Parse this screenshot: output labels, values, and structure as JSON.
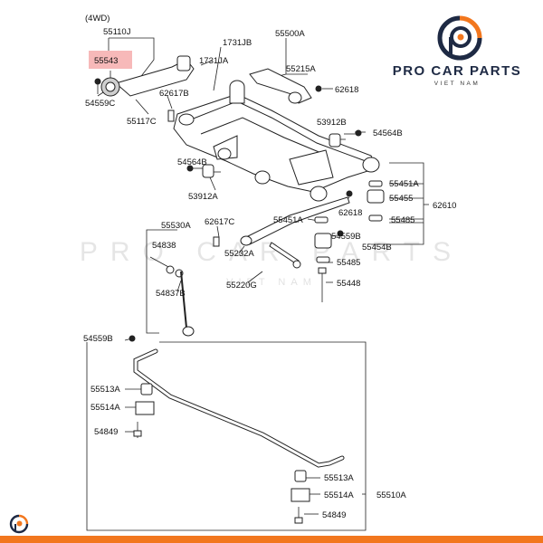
{
  "brand": {
    "name": "PRO CAR PARTS",
    "tagline": "VIET NAM",
    "accent_color": "#f2771e",
    "dark_color": "#1e2a44",
    "logo_icon": "pcp-logo-icon"
  },
  "watermark": {
    "text": "PRO CAR PARTS",
    "subtext": "VIET NAM"
  },
  "diagram": {
    "variant": "(4WD)",
    "highlighted_part": "55543",
    "highlight_color": "#f7b9b9",
    "labels": {
      "p55110J": "55110J",
      "p55543": "55543",
      "p54559C_top": "54559C",
      "p55117C": "55117C",
      "p62617B": "62617B",
      "p1731JB": "1731JB",
      "p1731JA": "1731JA",
      "p55500A": "55500A",
      "p55215A": "55215A",
      "p62618_top": "62618",
      "p53912B": "53912B",
      "p54564B_right": "54564B",
      "p54564B_left": "54564B",
      "p53912A": "53912A",
      "p55451A_right": "55451A",
      "p55455": "55455",
      "p62610": "62610",
      "p62618_mid": "62618",
      "p55485_top": "55485",
      "p55451A_left": "55451A",
      "p54559B_right": "54559B",
      "p55454B": "55454B",
      "p55485_bottom": "55485",
      "p55448": "55448",
      "p55530A": "55530A",
      "p54838": "54838",
      "p54837B": "54837B",
      "p62617C": "62617C",
      "p55232A": "55232A",
      "p55220G": "55220G",
      "p54559B_left": "54559B",
      "p55513A_left": "55513A",
      "p55514A_left": "55514A",
      "p54849_left": "54849",
      "p55513A_right": "55513A",
      "p55514A_right": "55514A",
      "p54849_right": "54849",
      "p55510A": "55510A"
    }
  }
}
